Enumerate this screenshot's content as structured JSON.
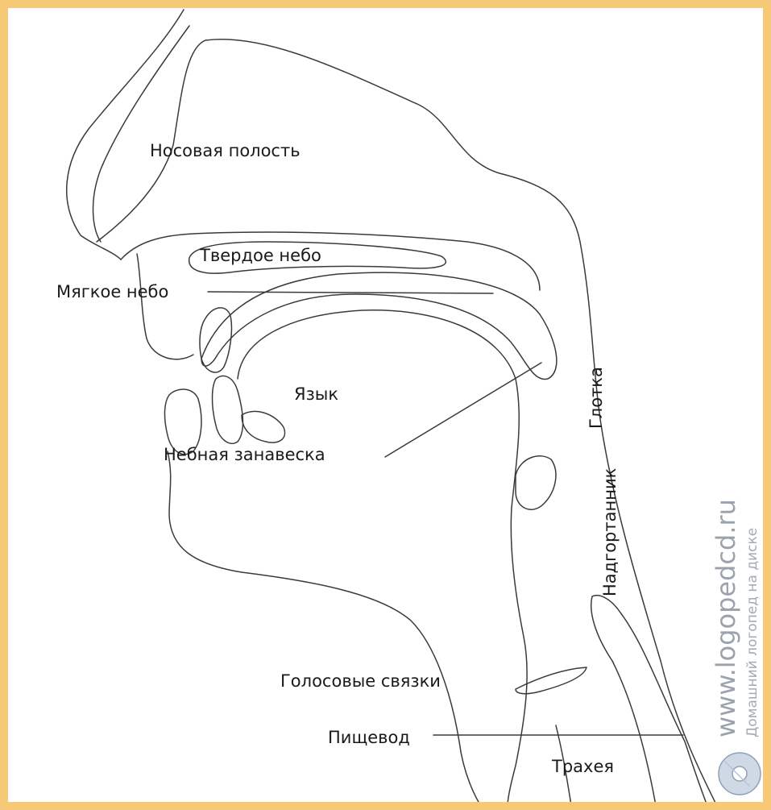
{
  "labels": {
    "nasal_cavity": "Носовая полость",
    "hard_palate": "Твердое небо",
    "soft_palate": "Мягкое небо",
    "tongue": "Язык",
    "velum": "Небная занавеска",
    "pharynx": "Глотка",
    "epiglottis": "Надгортанник",
    "vocal_cords": "Голосовые связки",
    "esophagus": "Пищевод",
    "trachea": "Трахея"
  },
  "watermark": {
    "site": "www.logopedcd.ru",
    "tagline": "Домашний логопед на диске"
  },
  "colors": {
    "border": "#f6c977",
    "line": "#3a3a3a",
    "watermark": "#9aa3ad"
  }
}
